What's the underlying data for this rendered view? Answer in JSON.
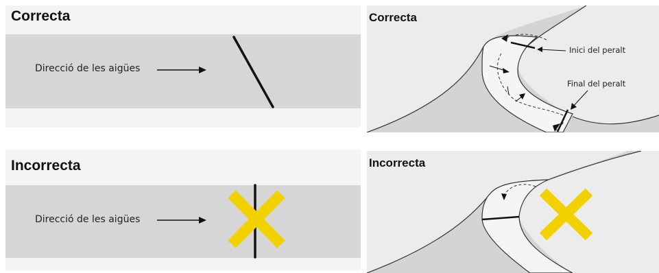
{
  "panels": {
    "left_top": {
      "title": "Correcta",
      "label": "Direcció de les aigües"
    },
    "left_bottom": {
      "title": "Incorrecta",
      "label": "Direcció de les aigües"
    },
    "right_top": {
      "title": "Correcta",
      "annotations": {
        "start": "Inici del peralt",
        "end": "Final del peralt"
      }
    },
    "right_bottom": {
      "title": "Incorrecta"
    }
  },
  "colors": {
    "panel_bg": "#f4f4f4",
    "road": "#d6d6d6",
    "terrain": "#d4d4d4",
    "road_light": "#f5f5f5",
    "line": "#111111",
    "cross": "#f2d100"
  },
  "icons": {
    "cross": "x-mark-icon",
    "arrow": "right-arrow-icon"
  }
}
